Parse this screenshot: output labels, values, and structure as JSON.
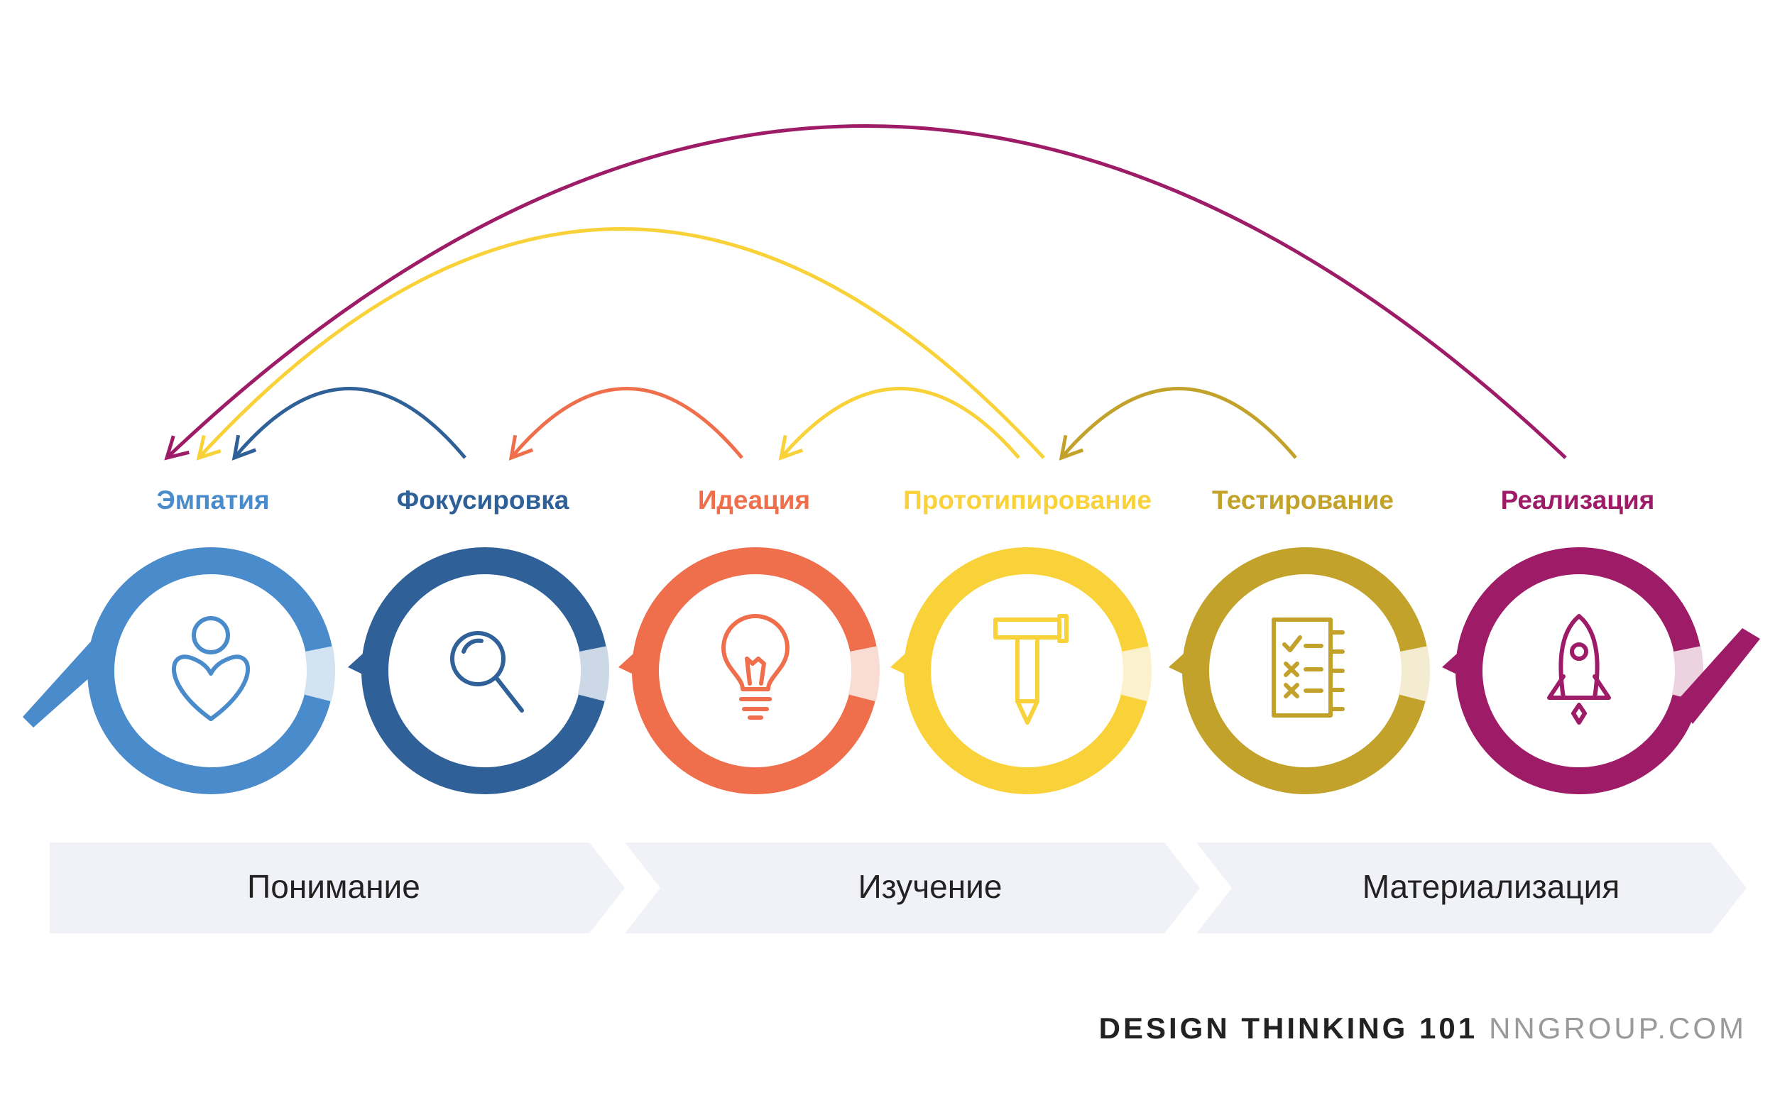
{
  "stages": [
    {
      "label": "Эмпатия",
      "color": "#4a8bcb",
      "light": "#d4e3f2",
      "icon": "person-heart-icon"
    },
    {
      "label": "Фокусировка",
      "color": "#2f6198",
      "light": "#cdd8e6",
      "icon": "magnifier-icon"
    },
    {
      "label": "Идеация",
      "color": "#ef6e4c",
      "light": "#f9ddd5",
      "icon": "lightbulb-icon"
    },
    {
      "label": "Прототипирование",
      "color": "#f9d23a",
      "light": "#fbf1cc",
      "icon": "hammer-pencil-icon"
    },
    {
      "label": "Тестирование",
      "color": "#c2a22b",
      "light": "#f3ecd0",
      "icon": "checklist-icon"
    },
    {
      "label": "Реализация",
      "color": "#9d1b67",
      "light": "#ecd3df",
      "icon": "rocket-icon"
    }
  ],
  "phases": [
    "Понимание",
    "Изучение",
    "Материализация"
  ],
  "feedback_loops": [
    {
      "from": "Фокусировка",
      "to": "Эмпатия",
      "color": "#2f6198"
    },
    {
      "from": "Идеация",
      "to": "Фокусировка",
      "color": "#ef6e4c"
    },
    {
      "from": "Прототипирование",
      "to": "Идеация",
      "color": "#f9d23a"
    },
    {
      "from": "Тестирование",
      "to": "Прототипирование",
      "color": "#c2a22b"
    },
    {
      "from": "Прототипирование",
      "to": "Эмпатия",
      "color": "#f9d23a"
    },
    {
      "from": "Реализация",
      "to": "Эмпатия",
      "color": "#9d1b67"
    }
  ],
  "footer": {
    "title": "DESIGN THINKING 101",
    "site": "NNGROUP.COM"
  }
}
